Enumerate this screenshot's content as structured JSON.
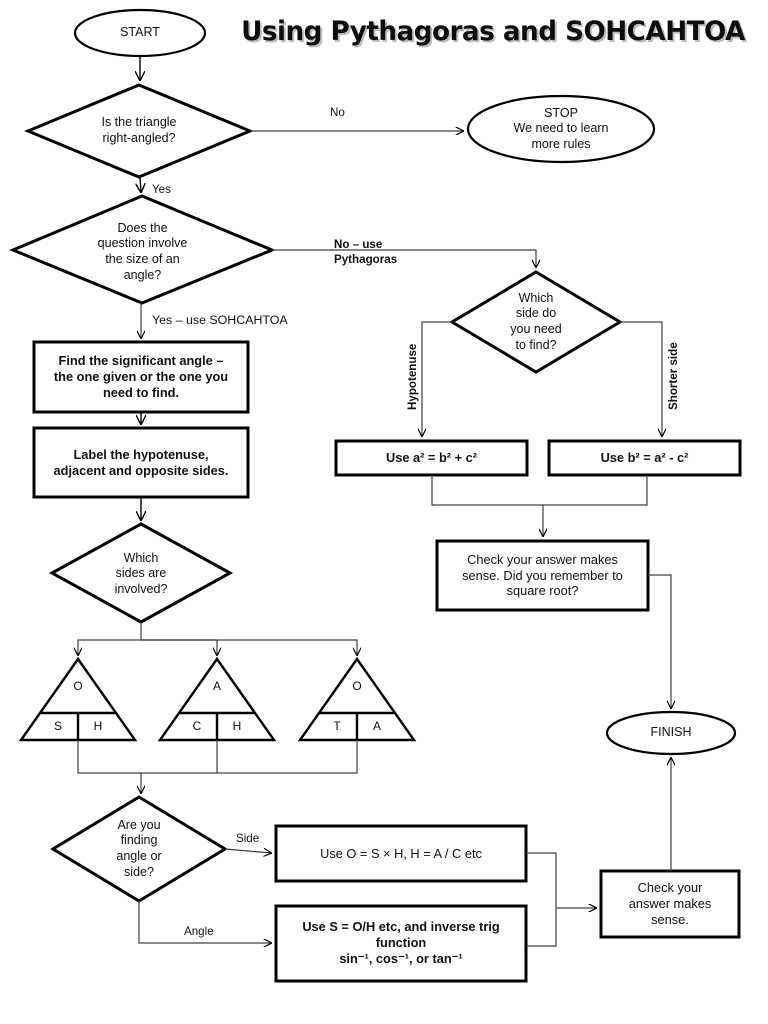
{
  "title": "Using Pythagoras and SOHCAHTOA",
  "nodes": {
    "start": {
      "label": "START",
      "shape": "ellipse"
    },
    "stop": {
      "line1": "STOP",
      "line2": "We need to learn",
      "line3": "more rules",
      "shape": "ellipse"
    },
    "q_right_angle": {
      "line1": "Is the triangle",
      "line2": "right-angled?",
      "shape": "diamond"
    },
    "q_angle_size": {
      "line1": "Does the",
      "line2": "question involve",
      "line3": "the size of an",
      "line4": "angle?",
      "shape": "diamond"
    },
    "find_angle": {
      "line1": "Find the significant angle –",
      "line2": "the one given or the one you",
      "line3": "need to find.",
      "shape": "process"
    },
    "label_sides": {
      "line1": "Label the hypotenuse,",
      "line2": "adjacent and opposite sides.",
      "shape": "process"
    },
    "q_which_sides": {
      "line1": "Which",
      "line2": "sides are",
      "line3": "involved?",
      "shape": "diamond"
    },
    "q_angle_or_side": {
      "line1": "Are you",
      "line2": "finding",
      "line3": "angle or",
      "line4": "side?",
      "shape": "diamond"
    },
    "side_formula": {
      "line1": "Use O = S × H, H = A / C  etc",
      "shape": "process"
    },
    "angle_formula": {
      "line1": "Use S = O/H etc, and inverse trig",
      "line2": "function",
      "line3": "sin⁻¹, cos⁻¹, or tan⁻¹",
      "shape": "process"
    },
    "check_sohcahtoa": {
      "line1": "Check your",
      "line2": "answer makes",
      "line3": "sense.",
      "shape": "process"
    },
    "q_which_side_pyth": {
      "line1": "Which",
      "line2": "side  do",
      "line3": "you need",
      "line4": "to find?",
      "shape": "diamond"
    },
    "hyp_formula": {
      "line1": "Use a² = b² + c²",
      "shape": "process"
    },
    "short_formula": {
      "line1": "Use b² = a² - c²",
      "shape": "process"
    },
    "check_pyth": {
      "line1": "Check your answer makes",
      "line2": "sense.  Did you remember to",
      "line3": "square root?",
      "shape": "process"
    },
    "finish": {
      "label": "FINISH",
      "shape": "ellipse"
    }
  },
  "edge_labels": {
    "no_not_right_angled": "No",
    "yes_right_angled": "Yes",
    "no_use_pythagoras_l1": "No – use",
    "no_use_pythagoras_l2": "Pythagoras",
    "yes_use_sohcahtoa": "Yes – use SOHCAHTOA",
    "hypotenuse": "Hypotenuse",
    "shorter_side": "Shorter side",
    "side": "Side",
    "angle": "Angle"
  },
  "triangles": [
    {
      "name": "soh",
      "top": "O",
      "left": "S",
      "right": "H"
    },
    {
      "name": "cah",
      "top": "A",
      "left": "C",
      "right": "H"
    },
    {
      "name": "toa",
      "top": "O",
      "left": "T",
      "right": "A"
    }
  ],
  "colors": {
    "stroke": "#000000",
    "thin_stroke": "#404040",
    "text": "#111111",
    "background": "#ffffff",
    "title_shadow": "#bdbdbd"
  }
}
